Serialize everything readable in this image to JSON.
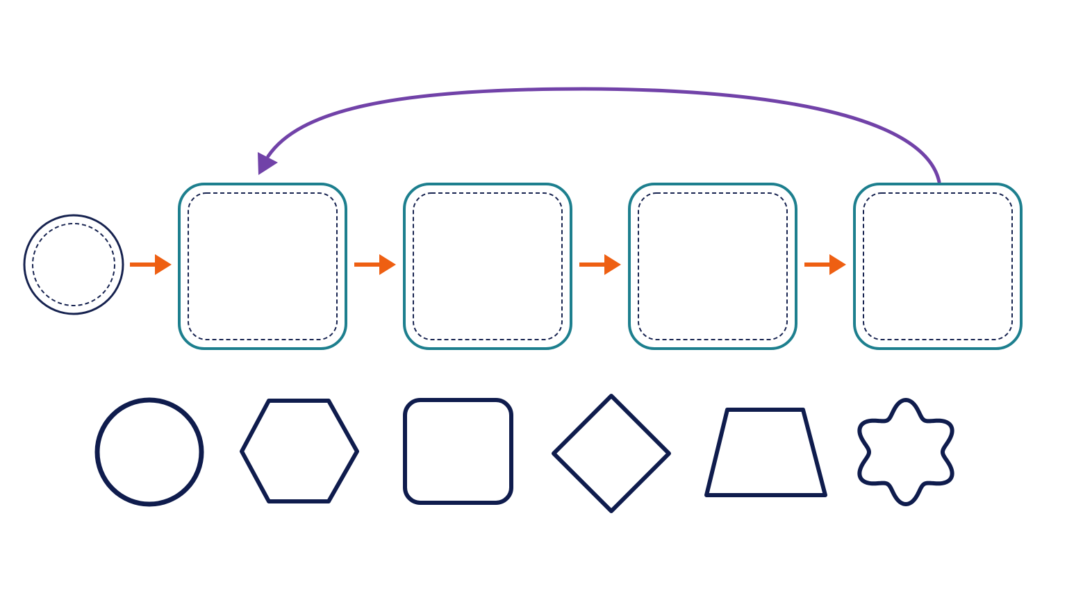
{
  "diagram": {
    "type": "process-flow-template",
    "colors": {
      "background": "#ffffff",
      "start_circle": "#16224f",
      "dashed_inner": "#16224f",
      "step_box": "#1d7f8e",
      "flow_arrow": "#ee5f12",
      "loop_arrow": "#7142a8",
      "shape_outline": "#0f1c4d"
    },
    "start_node": {
      "kind": "circle",
      "style": "double-ring-dashed"
    },
    "steps": [
      {
        "kind": "rounded-square",
        "style": "double-border-dashed"
      },
      {
        "kind": "rounded-square",
        "style": "double-border-dashed"
      },
      {
        "kind": "rounded-square",
        "style": "double-border-dashed"
      },
      {
        "kind": "rounded-square",
        "style": "double-border-dashed"
      }
    ],
    "flow_arrows": [
      {
        "from": "start",
        "to": "step-1"
      },
      {
        "from": "step-1",
        "to": "step-2"
      },
      {
        "from": "step-2",
        "to": "step-3"
      },
      {
        "from": "step-3",
        "to": "step-4"
      }
    ],
    "loop_arrow": {
      "from": "step-4",
      "to": "step-1",
      "direction": "curved-back-over-top"
    },
    "shape_palette": [
      {
        "name": "circle"
      },
      {
        "name": "hexagon"
      },
      {
        "name": "rounded-square"
      },
      {
        "name": "diamond"
      },
      {
        "name": "trapezoid"
      },
      {
        "name": "flower"
      }
    ]
  }
}
